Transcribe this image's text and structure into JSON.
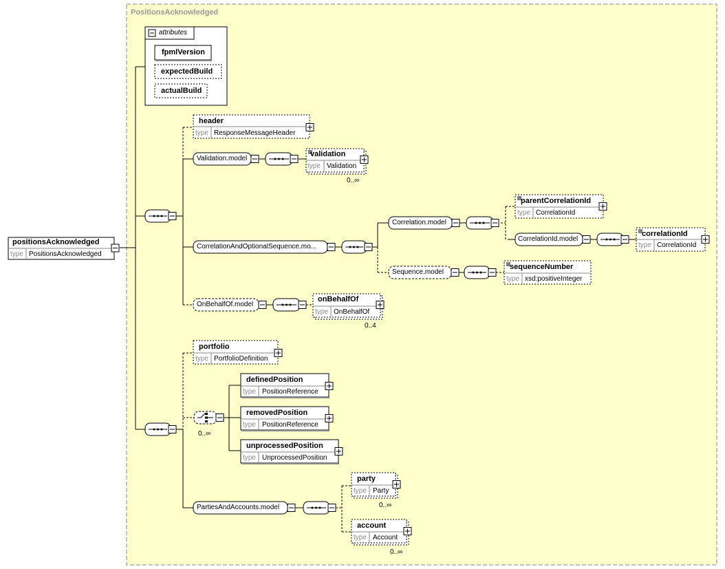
{
  "group": {
    "title": "PositionsAcknowledged"
  },
  "root": {
    "name": "positionsAcknowledged",
    "type_label": "type",
    "type": "PositionsAcknowledged"
  },
  "attributes": {
    "label": "attributes",
    "items": [
      "fpmlVersion",
      "expectedBuild",
      "actualBuild"
    ]
  },
  "elements": {
    "header": {
      "name": "header",
      "type_label": "type",
      "type": "ResponseMessageHeader"
    },
    "validation": {
      "name": "validation",
      "type_label": "type",
      "type": "Validation",
      "card": "0..∞"
    },
    "parentCorrelationId": {
      "name": "parentCorrelationId",
      "type_label": "type",
      "type": "CorrelationId"
    },
    "correlationId": {
      "name": "correlationId",
      "type_label": "type",
      "type": "CorrelationId"
    },
    "sequenceNumber": {
      "name": "sequenceNumber",
      "type_label": "type",
      "type": "xsd:positiveInteger"
    },
    "onBehalfOf": {
      "name": "onBehalfOf",
      "type_label": "type",
      "type": "OnBehalfOf",
      "card": "0..4"
    },
    "portfolio": {
      "name": "portfolio",
      "type_label": "type",
      "type": "PortfolioDefinition"
    },
    "definedPosition": {
      "name": "definedPosition",
      "type_label": "type",
      "type": "PositionReference"
    },
    "removedPosition": {
      "name": "removedPosition",
      "type_label": "type",
      "type": "PositionReference"
    },
    "unprocessedPosition": {
      "name": "unprocessedPosition",
      "type_label": "type",
      "type": "UnprocessedPosition"
    },
    "party": {
      "name": "party",
      "type_label": "type",
      "type": "Party",
      "card": "0..∞"
    },
    "account": {
      "name": "account",
      "type_label": "type",
      "type": "Account",
      "card": "0..∞"
    }
  },
  "models": {
    "validation": "Validation.model",
    "correlationSeq": "CorrelationAndOptionalSequence.mo...",
    "correlation": "Correlation.model",
    "correlationId": "CorrelationId.model",
    "sequence": "Sequence.model",
    "onBehalfOf": "OnBehalfOf.model",
    "partiesAccounts": "PartiesAndAccounts.model"
  },
  "choice": {
    "card": "0..∞"
  },
  "colors": {
    "background": "#ffffcc",
    "line": "#000000",
    "group_border": "#8a8a8a",
    "type_text": "#8a8a8a"
  }
}
